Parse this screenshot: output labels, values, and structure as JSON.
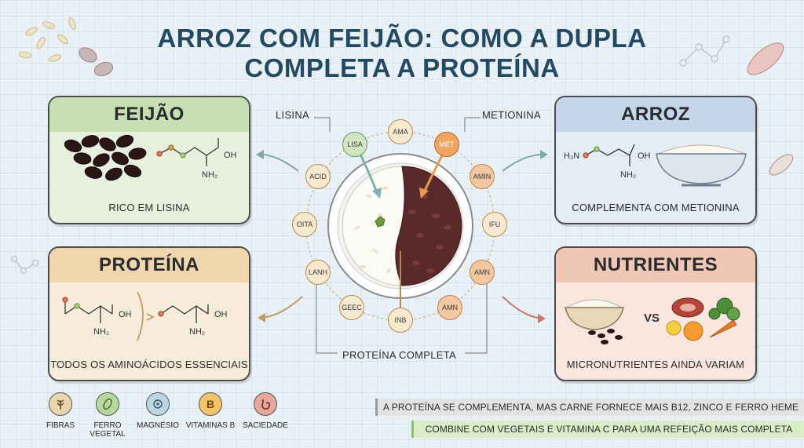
{
  "title": "ARROZ COM FEIJÃO: COMO A DUPLA COMPLETA A PROTEÍNA",
  "cards": {
    "feijao": {
      "title": "FEIJÃO",
      "caption": "RICO EM LISINA",
      "molecule": {
        "oh": "OH",
        "nh2": "NH₂"
      }
    },
    "arroz": {
      "title": "ARROZ",
      "caption": "COMPLEMENTA COM METIONINA",
      "molecule": {
        "h2n": "H₂N",
        "oh": "OH",
        "nh2": "NH₂"
      }
    },
    "proteina": {
      "title": "PROTEÍNA",
      "caption": "TODOS OS AMINOÁCIDOS ESSENCIAIS",
      "molecule": {
        "oh1": "OH",
        "nh2_1": "NH₂",
        "oh2": "OH",
        "nh2_2": "NH₂"
      }
    },
    "nutrientes": {
      "title": "NUTRIENTES",
      "caption": "MICRONUTRIENTES AINDA VARIAM",
      "vs": "VS"
    }
  },
  "center": {
    "label_left": "LISINA",
    "label_right": "METIONINA",
    "label_bottom": "PROTEÍNA COMPLETA",
    "ring_nodes": [
      "AMA",
      "MET",
      "AMIN",
      "IFU",
      "AMN",
      "AMN",
      "INB",
      "GEEC",
      "LANH",
      "OITA",
      "ACID",
      "LISA"
    ]
  },
  "legend": [
    {
      "label": "FIBRAS",
      "icon": "wheat-icon",
      "color": "#e9d6ae"
    },
    {
      "label": "FERRO VEGETAL",
      "icon": "bean-icon",
      "color": "#b9d79d"
    },
    {
      "label": "MAGNÉSIO",
      "icon": "molecule-icon",
      "color": "#bcd7e2"
    },
    {
      "label": "VITAMINAS B",
      "icon": "b-letter-icon",
      "color": "#f4c46b"
    },
    {
      "label": "SACIEDADE",
      "icon": "stomach-icon",
      "color": "#e7a79a"
    }
  ],
  "banners": {
    "line1": "A PROTEÍNA SE COMPLEMENTA, MAS CARNE FORNECE MAIS B12, ZINCO E FERRO HEME",
    "line2": "COMBINE COM VEGETAIS E VITAMINA C PARA UMA REFEIÇÃO MAIS COMPLETA"
  },
  "colors": {
    "title": "#234a63",
    "feijao": "#c8dfb4",
    "arroz": "#c3d6ea",
    "proteina": "#efd6ad",
    "nutrientes": "#f0c6b7"
  }
}
